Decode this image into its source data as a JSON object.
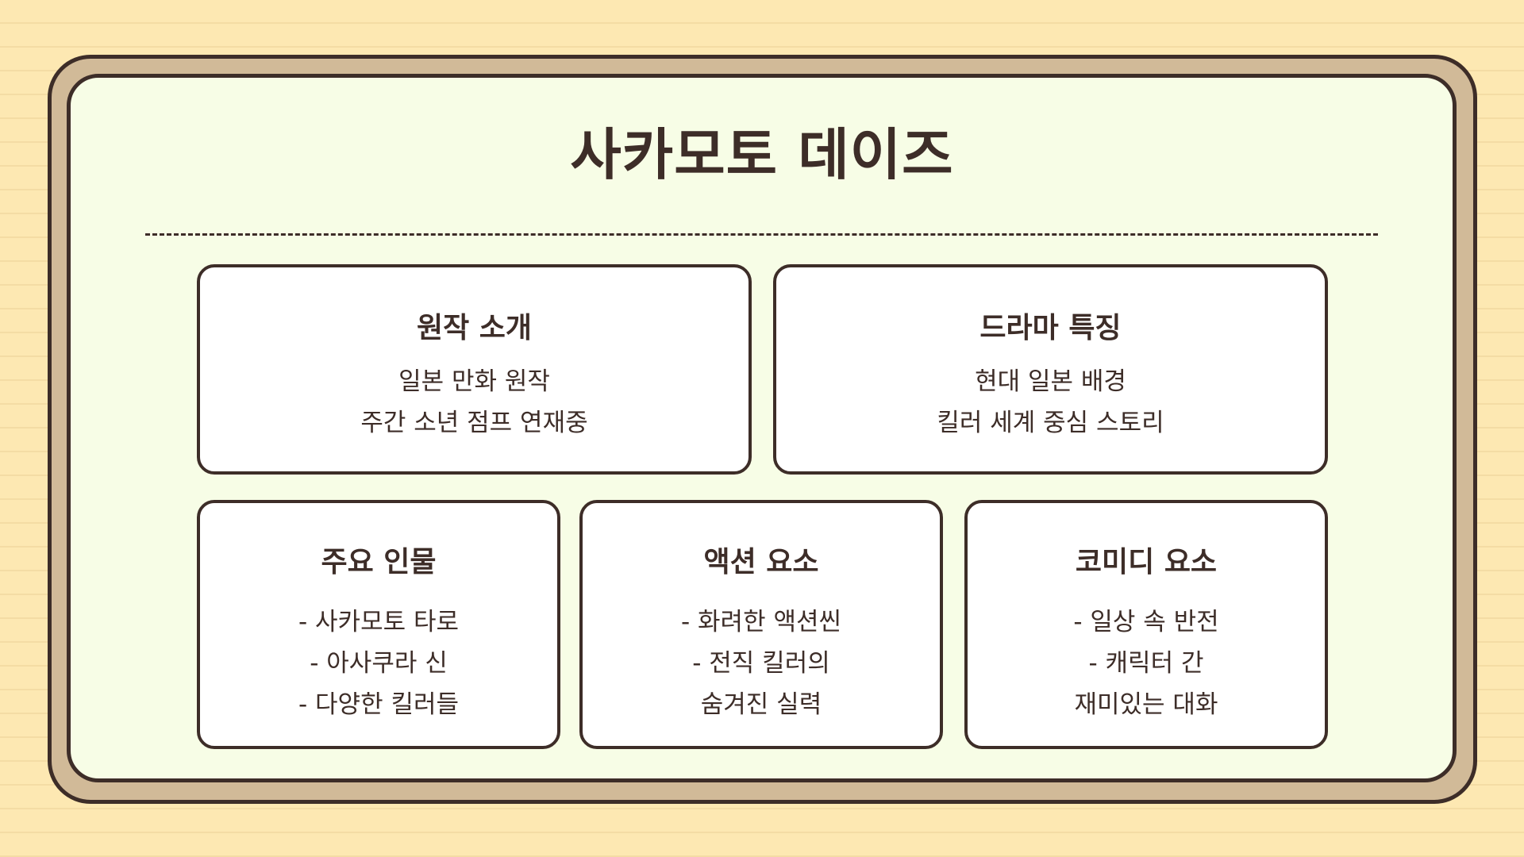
{
  "title": "사카모토 데이즈",
  "cards": [
    {
      "title": "원작 소개",
      "lines": [
        "일본 만화 원작",
        "주간 소년 점프 연재중"
      ]
    },
    {
      "title": "드라마 특징",
      "lines": [
        "현대 일본 배경",
        "킬러 세계 중심 스토리"
      ]
    },
    {
      "title": "주요 인물",
      "lines": [
        "- 사카모토 타로",
        "- 아사쿠라 신",
        "- 다양한 킬러들"
      ]
    },
    {
      "title": "액션 요소",
      "lines": [
        "- 화려한 액션씬",
        "- 전직 킬러의",
        "숨겨진 실력"
      ]
    },
    {
      "title": "코미디 요소",
      "lines": [
        "- 일상 속 반전",
        "- 캐릭터 간",
        "재미있는 대화"
      ]
    }
  ],
  "colors": {
    "background": "#fde8b2",
    "frame": "#d1ba98",
    "panel": "#f7fde6",
    "ink": "#3d2d28",
    "card": "#ffffff"
  }
}
